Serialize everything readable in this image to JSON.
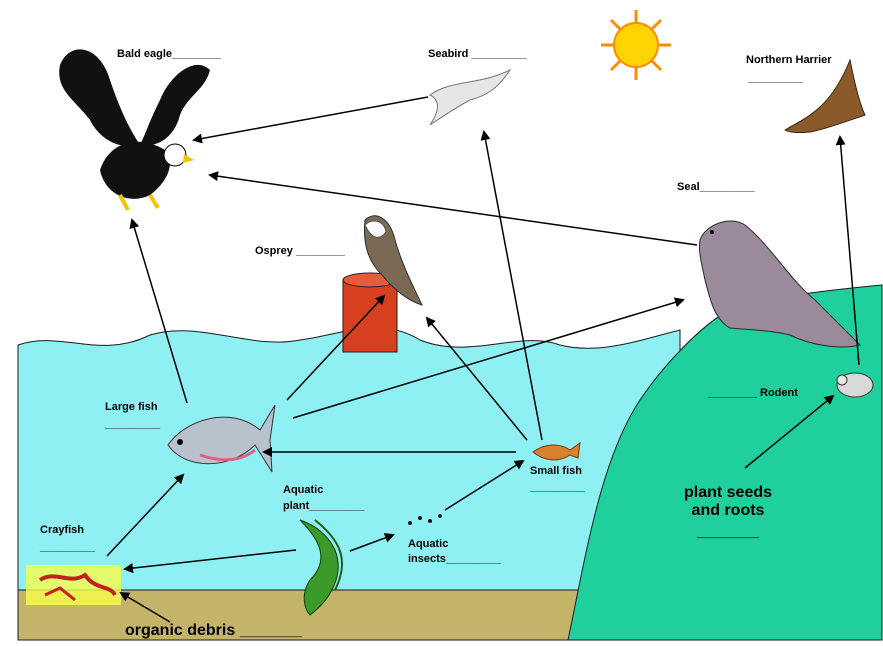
{
  "labels": {
    "bald_eagle": "Bald eagle________",
    "seabird": "Seabird _________",
    "northern_harrier_name": "Northern Harrier",
    "northern_harrier_blank": "_________",
    "seal": "Seal_________",
    "osprey": "Osprey ________",
    "large_fish_name": "Large fish",
    "large_fish_blank": "_________",
    "rodent": "________ Rodent",
    "small_fish_name": "Small fish",
    "small_fish_blank": "_________",
    "aquatic_plant_line1": "Aquatic",
    "aquatic_plant_line2": "plant_________",
    "aquatic_insects_line1": "Aquatic",
    "aquatic_insects_line2": "insects_________",
    "crayfish_name": "Crayfish",
    "crayfish_blank": "_________",
    "plant_seeds_line1": "plant seeds",
    "plant_seeds_line2": "and roots",
    "plant_seeds_blank": "_______",
    "organic_debris": "organic debris _______"
  },
  "colors": {
    "water": "#8ef0f3",
    "rock": "#1fcf9c",
    "sediment": "#c3b46a",
    "sun": "#ffd400",
    "buoy": "#d7401f",
    "arrow": "#000000"
  }
}
